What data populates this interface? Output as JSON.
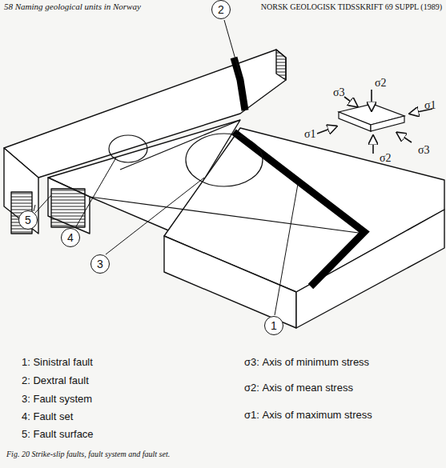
{
  "diagram": {
    "caption": "Fig. 20 Strike-slip faults, fault system and fault set.",
    "nodes": [
      {
        "text": [
          "2"
        ]
      },
      {
        "text": [
          "5"
        ]
      },
      {
        "text": [
          "4"
        ]
      },
      {
        "text": [
          "3"
        ]
      },
      {
        "text": [
          "1"
        ]
      }
    ],
    "labels": [
      "58 Naming geological units in Norway",
      "NORSK GEOLOGISK TIDSSKRIFT 69 SUPPL (1989)",
      "σ3",
      "σ2",
      "σ1",
      "σ1",
      "σ2",
      "σ3",
      "1: Sinistral fault",
      "2: Dextral fault",
      "3: Fault system",
      "4: Fault set",
      "5: Fault surface",
      "σ3: Axis of minimum stress",
      "σ2: Axis of mean stress",
      "σ1: Axis of maximum stress"
    ]
  }
}
